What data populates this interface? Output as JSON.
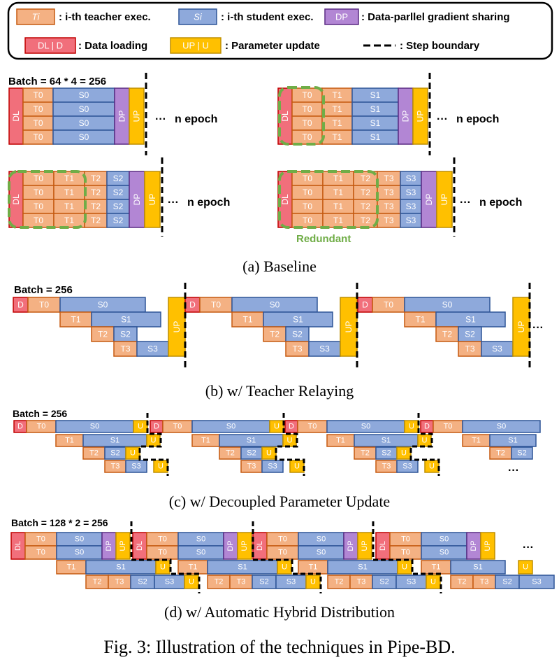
{
  "colors": {
    "teacher_fill": "#F4B183",
    "teacher_stroke": "#C55A11",
    "student_fill": "#8EA9DB",
    "student_stroke": "#2F5597",
    "dp_fill": "#B286D4",
    "dp_stroke": "#5B2C83",
    "dl_fill": "#F16F7B",
    "dl_stroke": "#C00000",
    "up_fill": "#FFC000",
    "up_stroke": "#BF8F00",
    "redundant": "#70AD47"
  },
  "legend": {
    "teacher_tag": "Ti",
    "teacher_text": ": i-th teacher exec.",
    "student_tag": "Si",
    "student_text": ": i-th student exec.",
    "dp_tag": "DP",
    "dp_text": ": Data-parllel gradient sharing",
    "dl_tag": "DL | D",
    "dl_text": ": Data loading",
    "up_tag": "UP | U",
    "up_text": ": Parameter update",
    "step_text": ": Step boundary"
  },
  "panel_a": {
    "batch_label": "Batch = 64 * 4 = 256",
    "epoch_text": "n epoch",
    "dots": "···",
    "redundant_label": "Redundant",
    "caption": "(a) Baseline"
  },
  "panel_b": {
    "batch_label": "Batch = 256",
    "dots": "···",
    "caption": "(b) w/ Teacher Relaying"
  },
  "panel_c": {
    "batch_label": "Batch = 256",
    "dots": "···",
    "caption": "(c) w/ Decoupled Parameter Update"
  },
  "panel_d": {
    "batch_label": "Batch = 128 * 2 = 256",
    "dots": "···",
    "caption": "(d) w/ Automatic Hybrid Distribution"
  },
  "figure_caption": "Fig. 3: Illustration of the techniques in Pipe-BD.",
  "block_labels": {
    "DL": "DL",
    "D": "D",
    "DP": "DP",
    "UP": "UP",
    "U": "U",
    "T0": "T0",
    "T1": "T1",
    "T2": "T2",
    "T3": "T3",
    "S0": "S0",
    "S1": "S1",
    "S2": "S2",
    "S3": "S3"
  }
}
